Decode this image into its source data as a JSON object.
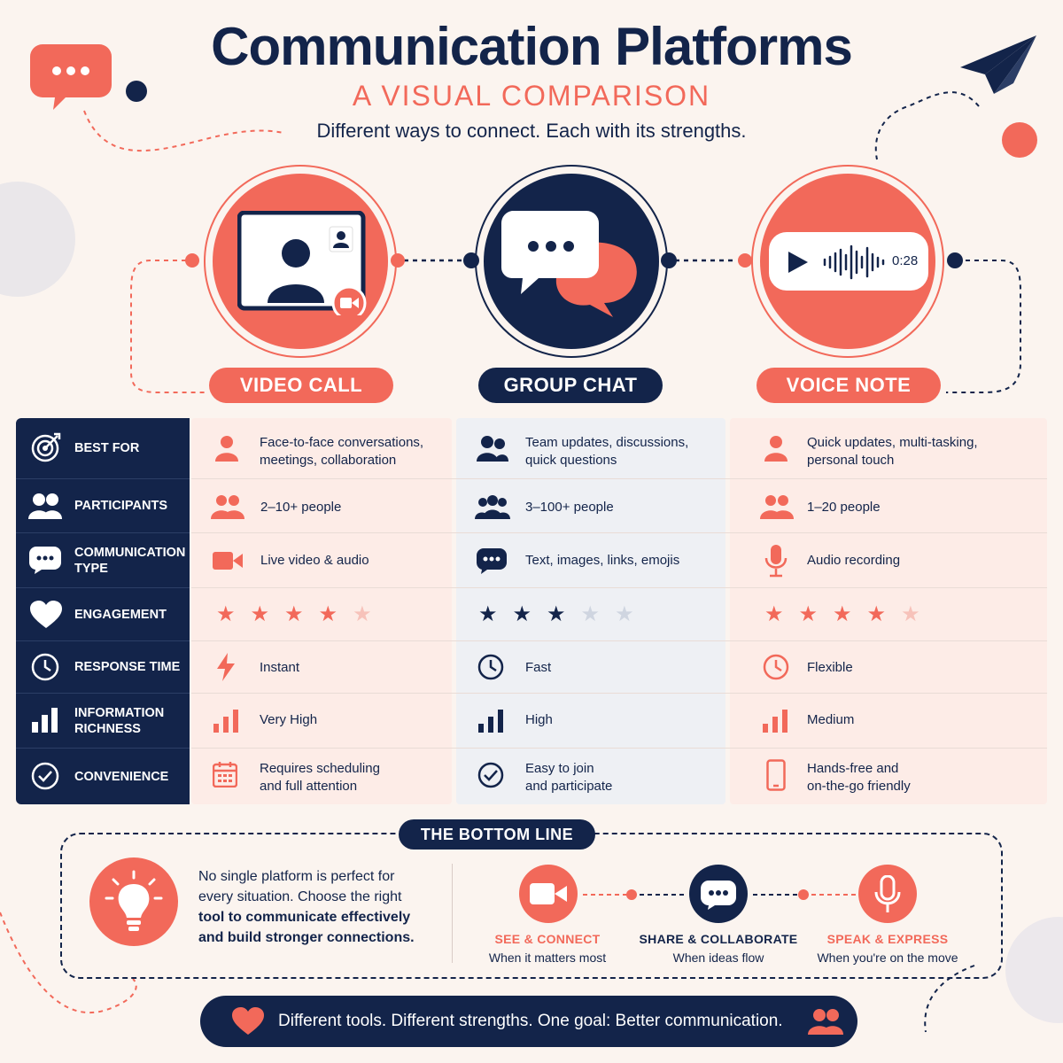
{
  "header": {
    "title": "Communication Platforms",
    "subtitle": "A VISUAL COMPARISON",
    "tagline": "Different ways to connect. Each with its strengths."
  },
  "platforms": [
    {
      "label": "VIDEO CALL",
      "icon": "video-call-icon"
    },
    {
      "label": "GROUP CHAT",
      "icon": "chat-bubbles-icon"
    },
    {
      "label": "VOICE NOTE",
      "icon": "audio-waveform-icon",
      "duration": "0:28"
    }
  ],
  "rows": [
    {
      "label": "BEST FOR",
      "icon": "target-icon",
      "cells": [
        {
          "icon": "person-icon",
          "l1": "Face-to-face conversations,",
          "l2": "meetings, collaboration"
        },
        {
          "icon": "people-icon",
          "l1": "Team updates, discussions,",
          "l2": "quick questions"
        },
        {
          "icon": "person-icon",
          "l1": "Quick updates, multi-tasking,",
          "l2": "personal touch"
        }
      ]
    },
    {
      "label": "PARTICIPANTS",
      "icon": "people-icon",
      "cells": [
        {
          "icon": "people-icon",
          "l1": "2–10+ people"
        },
        {
          "icon": "group-icon",
          "l1": "3–100+ people"
        },
        {
          "icon": "people-icon",
          "l1": "1–20 people"
        }
      ]
    },
    {
      "label1": "COMMUNICATION",
      "label2": "TYPE",
      "icon": "chat-bubble-icon",
      "cells": [
        {
          "icon": "video-camera-icon",
          "l1": "Live video & audio"
        },
        {
          "icon": "chat-bubble-icon",
          "l1": "Text, images, links, emojis"
        },
        {
          "icon": "microphone-icon",
          "l1": "Audio recording"
        }
      ]
    },
    {
      "label": "ENGAGEMENT",
      "icon": "heart-icon",
      "ratings": [
        4,
        3,
        4
      ],
      "max": 5
    },
    {
      "label": "RESPONSE TIME",
      "icon": "clock-icon",
      "cells": [
        {
          "icon": "lightning-icon",
          "l1": "Instant"
        },
        {
          "icon": "clock-icon",
          "l1": "Fast"
        },
        {
          "icon": "clock-icon",
          "l1": "Flexible"
        }
      ]
    },
    {
      "label1": "INFORMATION",
      "label2": "RICHNESS",
      "icon": "bar-chart-icon",
      "cells": [
        {
          "icon": "bar-chart-icon",
          "l1": "Very High"
        },
        {
          "icon": "bar-chart-icon",
          "l1": "High"
        },
        {
          "icon": "bar-chart-icon",
          "l1": "Medium"
        }
      ]
    },
    {
      "label": "CONVENIENCE",
      "icon": "check-circle-icon",
      "cells": [
        {
          "icon": "calendar-icon",
          "l1": "Requires scheduling",
          "l2": "and full attention"
        },
        {
          "icon": "check-circle-icon",
          "l1": "Easy to join",
          "l2": "and participate"
        },
        {
          "icon": "smartphone-icon",
          "l1": "Hands-free and",
          "l2": "on-the-go friendly"
        }
      ]
    }
  ],
  "bottom_line": {
    "tag": "THE BOTTOM LINE",
    "text_plain": "No single platform is perfect for every situation. Choose the right",
    "text_bold": "tool to communicate effectively and build stronger connections.",
    "items": [
      {
        "title": "SEE & CONNECT",
        "sub": "When it matters most",
        "color": "#f2695a"
      },
      {
        "title": "SHARE & COLLABORATE",
        "sub": "When ideas flow",
        "color": "#13244a"
      },
      {
        "title": "SPEAK & EXPRESS",
        "sub": "When you're on the move",
        "color": "#f2695a"
      }
    ]
  },
  "footer": {
    "text": "Different tools. Different strengths. One goal: Better communication."
  },
  "colors": {
    "navy": "#13244a",
    "coral": "#f2695a",
    "background": "#fbf4ef"
  }
}
